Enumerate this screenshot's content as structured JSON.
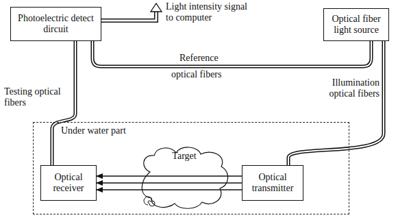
{
  "diagram": {
    "nodes": [
      {
        "text": [
          "Photoelectric detect dircuit"
        ]
      },
      {
        "text": [
          "Optical fiber light source"
        ]
      },
      {
        "text": [
          "Under water part"
        ]
      },
      {
        "text": [
          "Optical receiver"
        ],
        "in": 2
      },
      {
        "text": [
          "Target"
        ],
        "in": 2
      },
      {
        "text": [
          "Optical transmitter"
        ],
        "in": 2
      }
    ],
    "edges": [
      {
        "from": 0,
        "to": 1,
        "arrow": "none"
      },
      {
        "from": 0,
        "to": 3,
        "arrow": "none"
      },
      {
        "from": 1,
        "to": 5,
        "arrow": "none"
      },
      {
        "from": 5,
        "to": 3,
        "arrow": "to"
      }
    ],
    "labels": [
      "Light intensity signal to computer",
      "Reference",
      "optical fibers",
      "Testing optical fibers",
      "Illumination optical fibers"
    ]
  }
}
